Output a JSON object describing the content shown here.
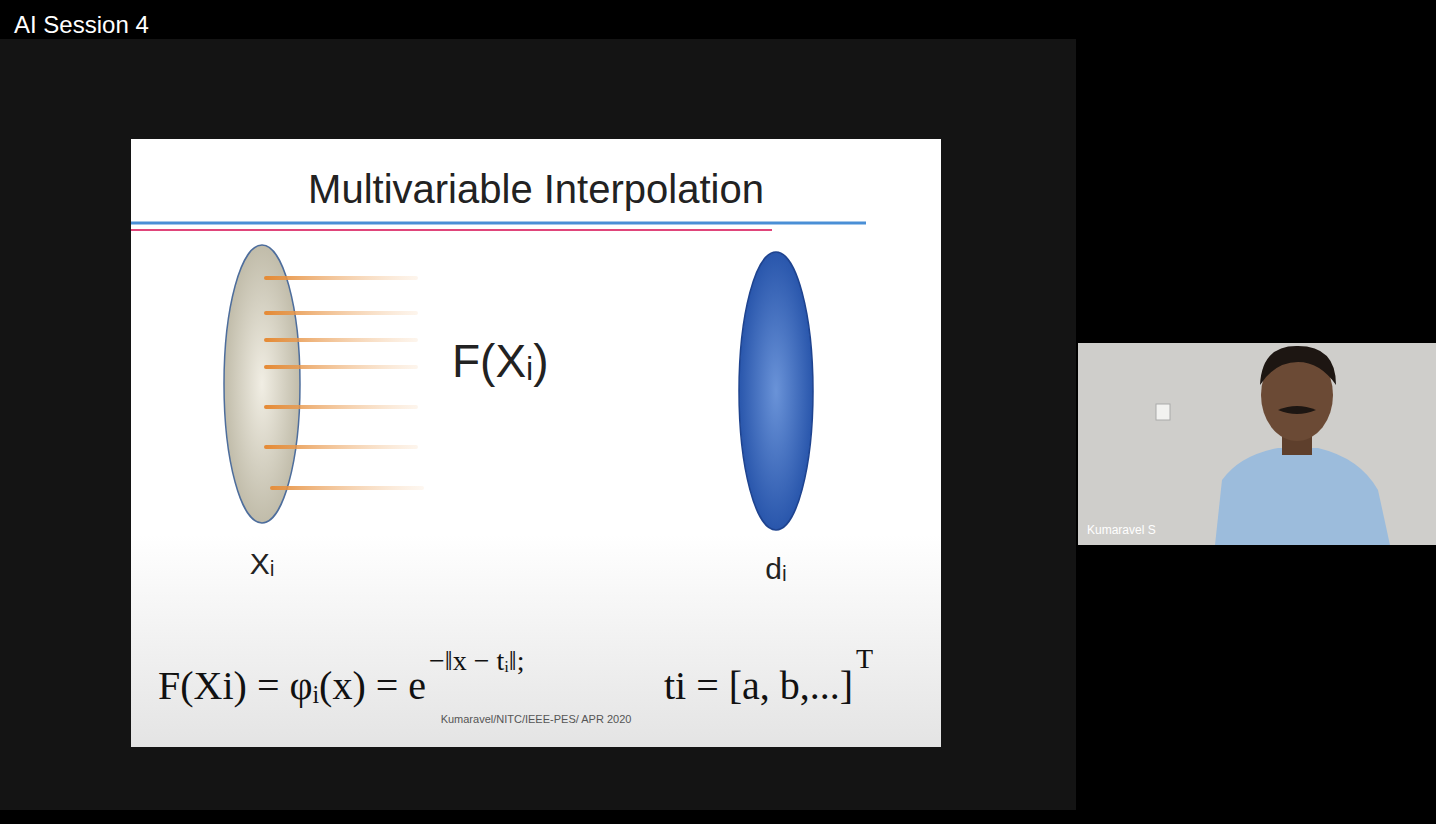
{
  "diagram": {
    "title": "Multivariable Interpolation",
    "nodes": [
      {
        "text": [
          "Xᵢ"
        ]
      },
      {
        "text": [
          "dᵢ"
        ]
      }
    ],
    "labels": [
      "AI Session 4",
      "F(Xᵢ)",
      "F(Xi) = φᵢ(x) = e",
      "−‖x − tᵢ‖;",
      "ti = [a, b,...]",
      "T",
      "Kumaravel/NITC/IEEE-PES/ APR 2020",
      "Kumaravel S"
    ]
  }
}
